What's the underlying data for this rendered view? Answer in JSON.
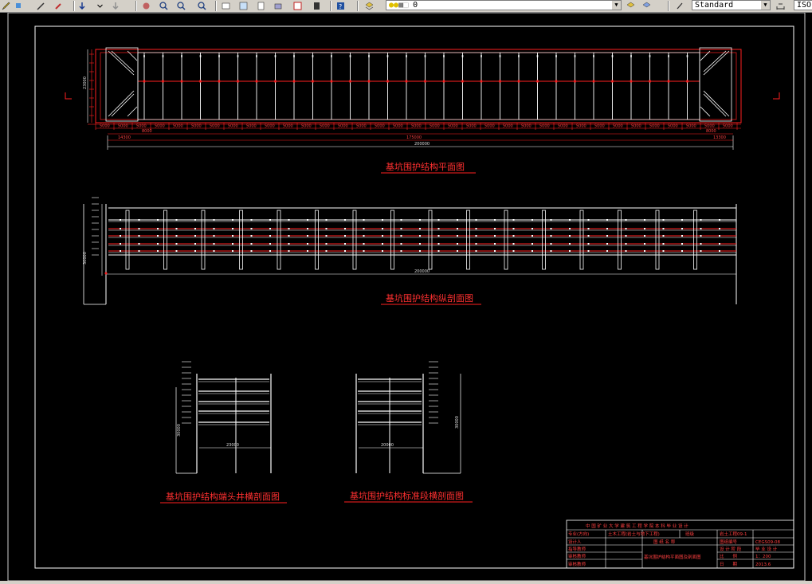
{
  "toolbar": {
    "layer_value": "0",
    "text_style_value": "Standard",
    "dim_style_value": "ISO",
    "icons": [
      "pencil-icon",
      "arrow-icon",
      "undo-icon",
      "redo-icon",
      "pan-icon",
      "zoom-realtime-icon",
      "zoom-window-icon",
      "zoom-previous-icon",
      "properties-icon",
      "design-center-icon",
      "tool-palette-icon",
      "markup-icon",
      "calculator-icon",
      "help-icon",
      "layer-manager-icon",
      "bulb-icon",
      "sun-icon",
      "lock-icon",
      "color-icon",
      "text-style-icon",
      "dim-style-icon"
    ]
  },
  "drawing": {
    "plan_title": "基坑围护结构平面图",
    "longitudinal_title": "基坑围护结构纵剖面图",
    "end_section_title": "基坑围护结构端头井横剖面图",
    "std_section_title": "基坑围护结构标准段横剖面图",
    "dims": {
      "total_length": "200000",
      "plan_middle": "175000",
      "plan_left": "14300",
      "plan_right": "13300",
      "plan_height": "23000",
      "plan_left_small": "8000",
      "plan_right_small": "8000",
      "bay": "5000",
      "long_total": "200000",
      "long_depth": "30000",
      "end_width": "23000",
      "std_width": "20000",
      "sec_depth": "30000"
    },
    "title_block": {
      "school": "中 国 矿 业 大 学 建 筑 工 程 学 院 本 科 毕 业 设 计",
      "rows": [
        [
          "专业(方向)",
          "土木工程(岩土与地下工程)",
          "班级",
          "岩土工程09-1"
        ],
        [
          "设计人",
          "",
          "图 纸 名 称",
          "图纸编号",
          "CEGS09-08"
        ],
        [
          "指导教师",
          "",
          "",
          "设 计 阶 段",
          "毕 业 设 计"
        ],
        [
          "审核教师",
          "",
          "基坑围护结构平面图及剖面图",
          "比　　例",
          "1：200"
        ],
        [
          "审核教师",
          "",
          "",
          "日　　期",
          "2013.6"
        ]
      ],
      "drawing_name": "基坑围护结构平面图及剖面图",
      "drawing_no": "CEGS09-08",
      "stage": "毕 业 设 计",
      "scale": "1：200",
      "date": "2013.6"
    }
  },
  "colors": {
    "background": "#000000",
    "red": "#ff2020",
    "white": "#ffffff"
  }
}
